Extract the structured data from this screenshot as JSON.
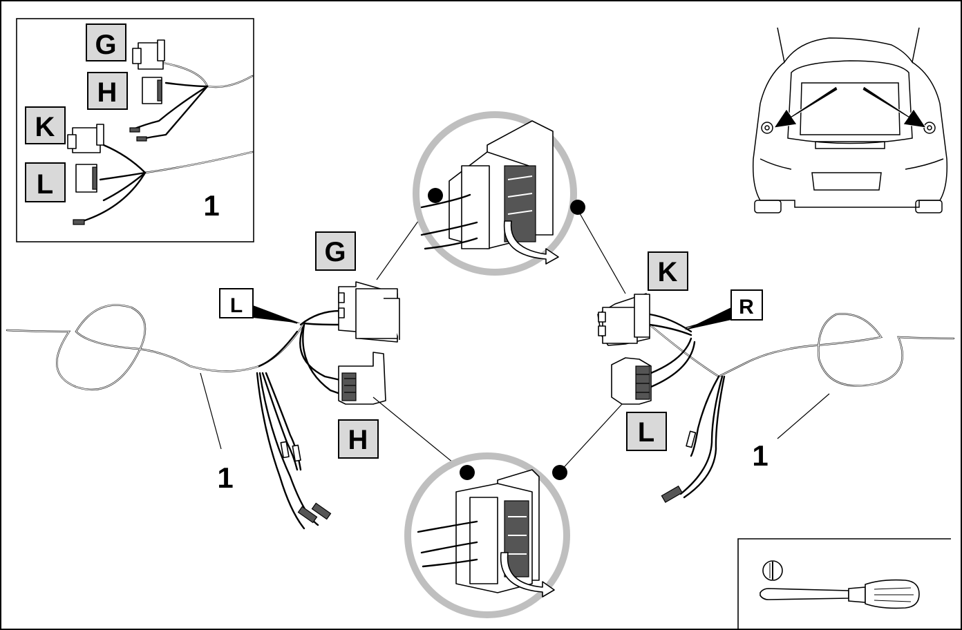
{
  "labels": {
    "inset_G": "G",
    "inset_H": "H",
    "inset_K": "K",
    "inset_L": "L",
    "inset_1": "1",
    "main_G": "G",
    "main_H": "H",
    "main_K": "K",
    "main_L": "L",
    "tag_L": "L",
    "tag_R": "R",
    "num_left": "1",
    "num_right": "1"
  },
  "colors": {
    "label_fill": "#d9d9d9",
    "circle_ring": "#bfbfbf",
    "latch_dark": "#555555",
    "line": "#000000"
  },
  "icons": [
    "screwdriver-icon",
    "flat-blade-icon",
    "arrow-icon",
    "car-rear-icon"
  ]
}
